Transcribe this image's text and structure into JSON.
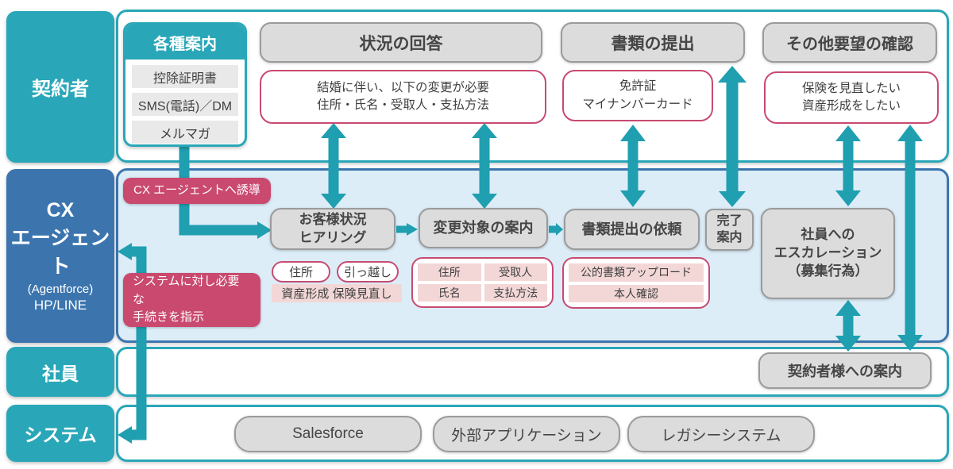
{
  "colors": {
    "teal": "#29A7B8",
    "blue": "#3C75AE",
    "arrow_teal": "#1F9FB0",
    "pink": "#C9496F",
    "light_pink": "#F3D7D7",
    "box_gray": "#DCDCDC",
    "cx_bg": "#DCEDF8"
  },
  "lanes": {
    "contractor": {
      "label": "契約者"
    },
    "cx": {
      "label_line1": "CX",
      "label_line2": "エージェント",
      "label_line3": "(Agentforce)",
      "label_line4": "HP/LINE"
    },
    "staff": {
      "label": "社員"
    },
    "system": {
      "label": "システム"
    }
  },
  "contractor_lane": {
    "kakushu": {
      "title": "各種案内",
      "items": [
        "控除証明書",
        "SMS(電話)／DM",
        "メルマガ"
      ]
    },
    "status_header": "状況の回答",
    "status_note_line1": "結婚に伴い、以下の変更が必要",
    "status_note_line2": "住所・氏名・受取人・支払方法",
    "docs_header": "書類の提出",
    "docs_note_line1": "免許証",
    "docs_note_line2": "マイナンバーカード",
    "other_header": "その他要望の確認",
    "other_note_line1": "保険を見直したい",
    "other_note_line2": "資産形成をしたい"
  },
  "cx_lane": {
    "guide_label": "CX エージェントへ誘導",
    "hearing": {
      "line1": "お客様状況",
      "line2": "ヒアリング",
      "tag1": "住所",
      "tag2": "引っ越し",
      "tag_strip": "資産形成 保険見直し"
    },
    "change": {
      "title": "変更対象の案内",
      "cell1": "住所",
      "cell2": "受取人",
      "cell3": "氏名",
      "cell4": "支払方法"
    },
    "docs_request": {
      "title": "書類提出の依頼",
      "row1": "公的書類アップロード",
      "row2": "本人確認"
    },
    "complete": {
      "line1": "完了",
      "line2": "案内"
    },
    "escalation": {
      "line1": "社員への",
      "line2": "エスカレーション",
      "line3": "（募集行為）"
    },
    "instruct": {
      "line1": "システムに対し必要な",
      "line2": "手続きを指示"
    }
  },
  "staff_lane": {
    "guide_box": "契約者様への案内"
  },
  "system_lane": {
    "boxes": [
      "Salesforce",
      "外部アプリケーション",
      "レガシーシステム"
    ]
  }
}
